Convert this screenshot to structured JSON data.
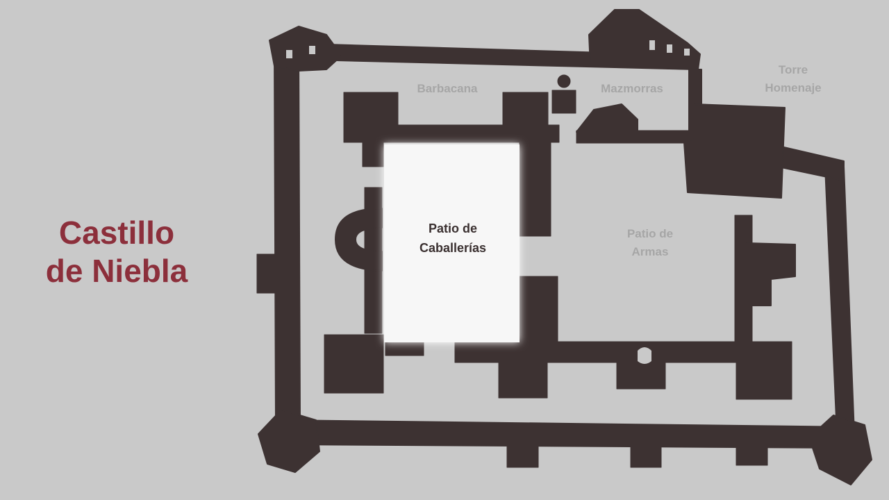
{
  "title": {
    "line1": "Castillo",
    "line2": "de Niebla"
  },
  "labels": {
    "barbacana": "Barbacana",
    "mazmorras": "Mazmorras",
    "torre_line1": "Torre",
    "torre_line2": "Homenaje",
    "patio_caballerias_line1": "Patio de",
    "patio_caballerias_line2": "Caballerías",
    "patio_armas_line1": "Patio de",
    "patio_armas_line2": "Armas"
  },
  "colors": {
    "background": "#c9c9c9",
    "walls": "#3d3232",
    "title": "#8c2f3b",
    "courtyard_highlight": "#f7f7f7",
    "faint_label": "#a6a6a6"
  }
}
